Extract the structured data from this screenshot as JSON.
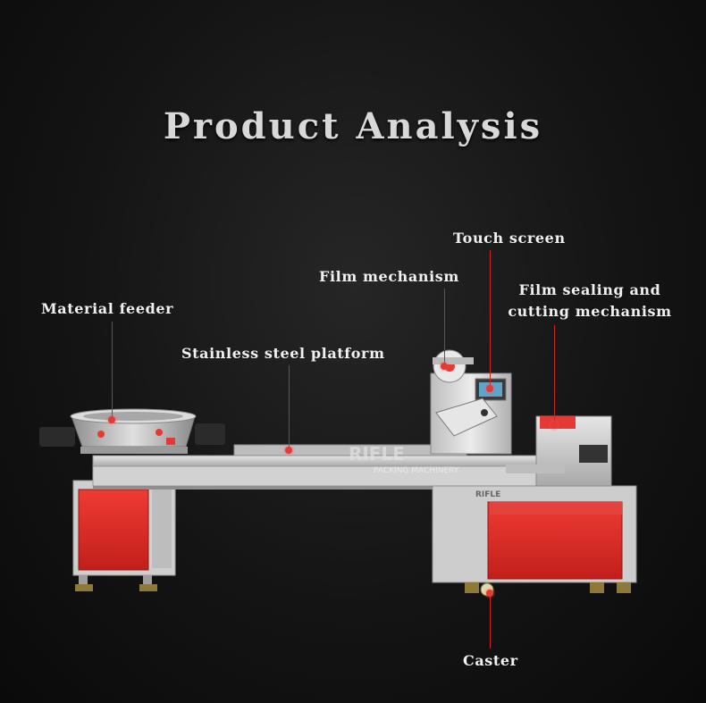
{
  "title": "Product Analysis",
  "labels": {
    "material_feeder": "Material feeder",
    "stainless_platform": "Stainless steel platform",
    "film_mechanism": "Film mechanism",
    "touch_screen": "Touch screen",
    "film_sealing_line1": "Film sealing and",
    "film_sealing_line2": "cutting mechanism",
    "caster": "Caster"
  },
  "machine_branding": {
    "main": "RIFLE",
    "sub": "PACKING MACHINERY"
  },
  "colors": {
    "accent": "#e53935",
    "panel_red": "#d32f2f",
    "steel": "#c8c8c8"
  }
}
